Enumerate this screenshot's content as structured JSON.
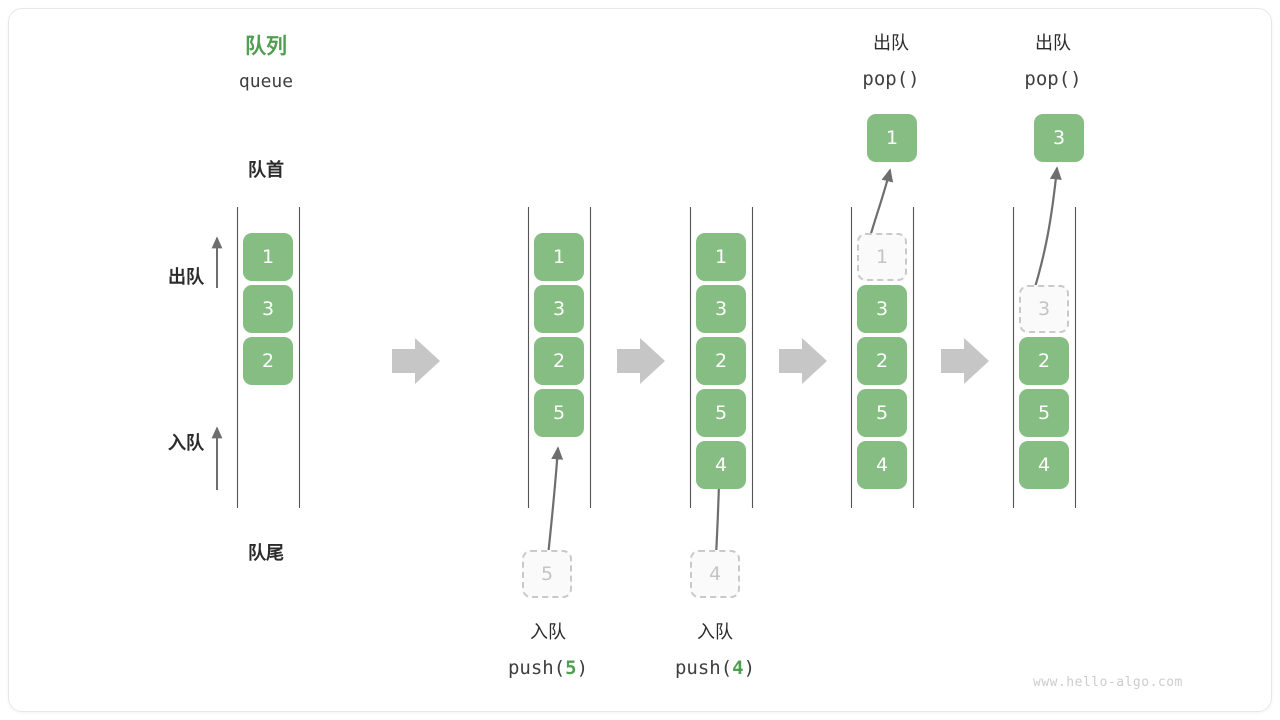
{
  "diagram": {
    "title_cn": "队列",
    "title_en": "queue",
    "front_label": "队首",
    "rear_label": "队尾",
    "dequeue_label": "出队",
    "enqueue_label": "入队",
    "watermark": "www.hello-algo.com",
    "accent_green": "#4f9e51",
    "cell_green": "#85bd82",
    "ghost_gray": "#c4c4c4",
    "arrow_gray": "#c4c4c4"
  },
  "operations": {
    "push_cn": "入队",
    "pop_cn": "出队",
    "push_5": "push(",
    "push_5_arg": "5",
    "push_5_close": ")",
    "push_4": "push(",
    "push_4_arg": "4",
    "push_4_close": ")",
    "pop_call_1": "pop()",
    "pop_call_2": "pop()"
  },
  "columns": [
    {
      "name": "initial",
      "items": [
        "1",
        "3",
        "2"
      ],
      "ghost_index": -1
    },
    {
      "name": "after-push-5",
      "items": [
        "1",
        "3",
        "2",
        "5"
      ],
      "ghost_index": -1
    },
    {
      "name": "after-push-4",
      "items": [
        "1",
        "3",
        "2",
        "5",
        "4"
      ],
      "ghost_index": -1
    },
    {
      "name": "during-pop-1",
      "items": [
        "1",
        "3",
        "2",
        "5",
        "4"
      ],
      "ghost_index": 0
    },
    {
      "name": "during-pop-3",
      "items": [
        "",
        "3",
        "2",
        "5",
        "4"
      ],
      "ghost_index": 1
    }
  ],
  "incoming": [
    {
      "name": "push-value-5",
      "value": "5"
    },
    {
      "name": "push-value-4",
      "value": "4"
    }
  ],
  "popped": [
    {
      "name": "popped-value-1",
      "value": "1"
    },
    {
      "name": "popped-value-3",
      "value": "3"
    }
  ]
}
